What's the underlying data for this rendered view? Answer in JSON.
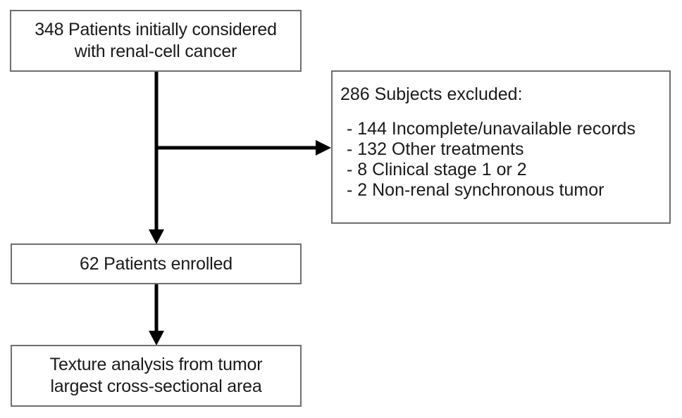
{
  "diagram": {
    "type": "flowchart",
    "title": "Patient selection flow diagram",
    "stroke_color": "#6e6e6e",
    "arrow_color": "#000000",
    "background": "#ffffff"
  },
  "nodes": {
    "initial": {
      "line1": "348 Patients initially considered",
      "line2": "with renal-cell cancer"
    },
    "excluded": {
      "heading": "286 Subjects excluded:",
      "items": [
        "- 144 Incomplete/unavailable records",
        "- 132 Other treatments",
        "- 8 Clinical stage 1 or 2",
        "- 2 Non-renal synchronous tumor"
      ]
    },
    "enrolled": {
      "line1": "62 Patients enrolled"
    },
    "texture": {
      "line1": "Texture analysis from tumor",
      "line2": "largest cross-sectional area"
    }
  },
  "connectors": {
    "initial_to_enrolled": "vertical-arrow-down",
    "initial_to_excluded": "horizontal-arrow-right",
    "enrolled_to_texture": "vertical-arrow-down"
  }
}
